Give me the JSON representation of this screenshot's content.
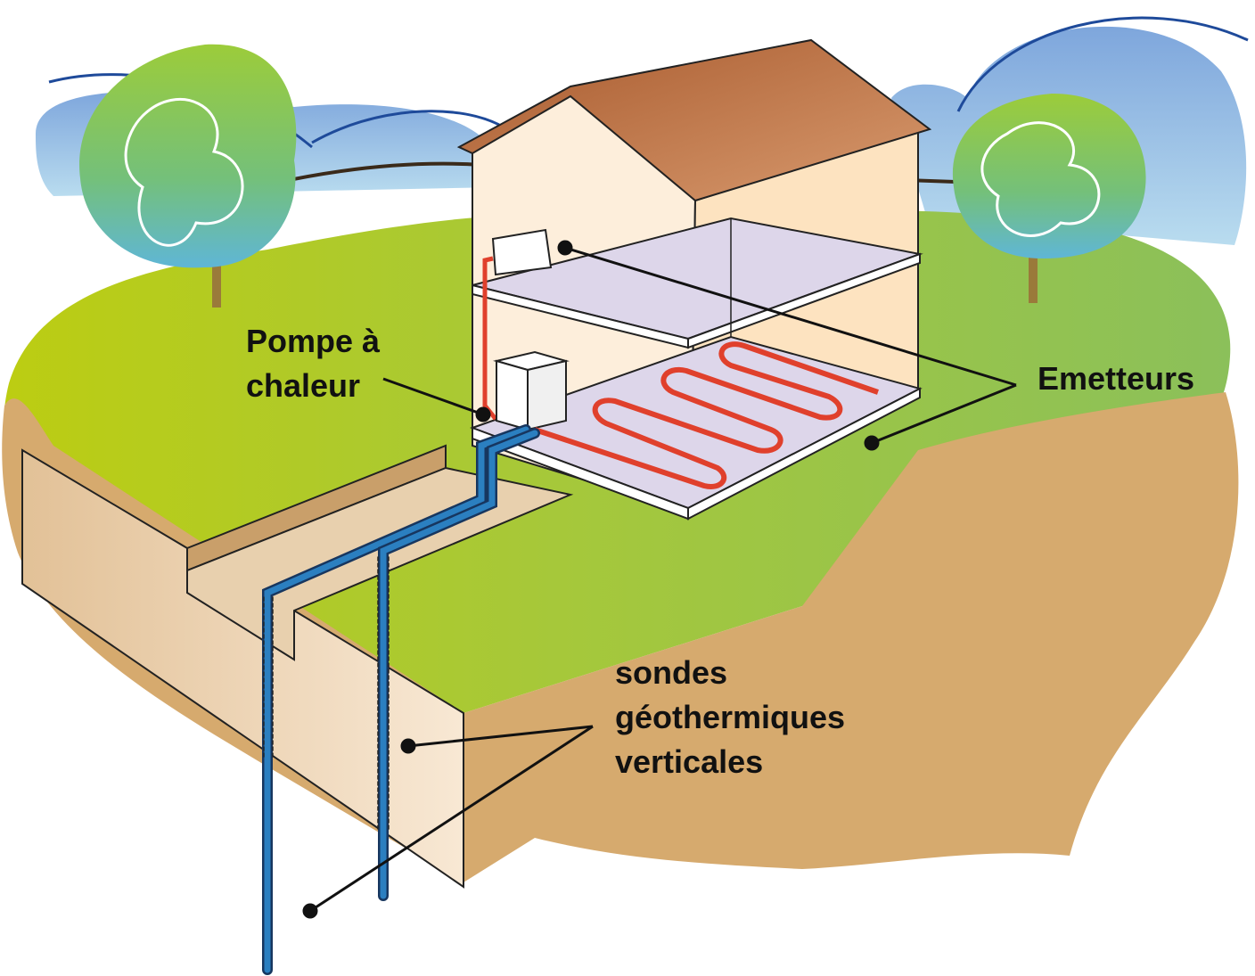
{
  "labels": {
    "heat_pump": [
      "Pompe à",
      "chaleur"
    ],
    "emitters": "Emetteurs",
    "probes": [
      "sondes",
      "géothermiques",
      "verticales"
    ]
  },
  "colors": {
    "sky": "#8fb3df",
    "grass_light": "#b5cc1e",
    "grass": "#8dc04a",
    "soil": "#d6aa6e",
    "roof": "#b8683e",
    "wall": "#fdeedb",
    "floor": "#dcd6ea",
    "heating_pipe": "#e0402c",
    "ground_pipe": "#2b7fc0"
  }
}
